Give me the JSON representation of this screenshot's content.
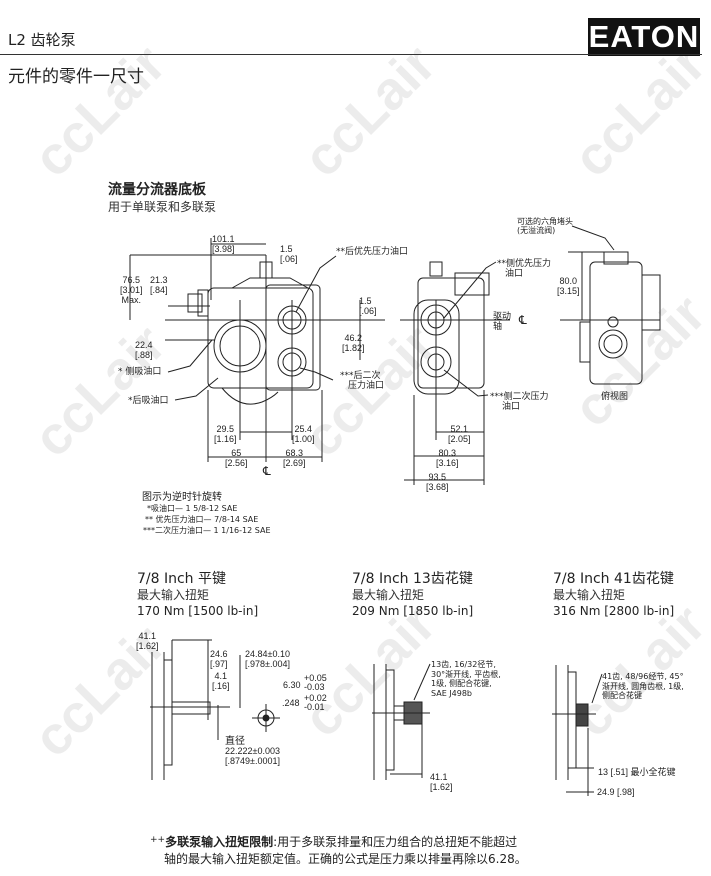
{
  "header": {
    "section": "L2 齿轮泵",
    "logo": "EATON",
    "subtitle": "元件的零件一尺寸"
  },
  "watermark": "ccLair",
  "divider_plate": {
    "title": "流量分流器底板",
    "subtitle": "用于单联泵和多联泵",
    "dims": {
      "d101": "101.1",
      "d101i": "[3.98]",
      "d15a": "1.5",
      "d15ai": "[.06]",
      "d765": "76.5",
      "d765i": "[3.01]",
      "max": "Max.",
      "d213": "21.3",
      "d213i": "[.84]",
      "d224": "22.4",
      "d224i": "[.88]",
      "d15b": "1.5",
      "d15bi": "[.06]",
      "d462": "46.2",
      "d462i": "[1.82]",
      "d295": "29.5",
      "d295i": "[1.16]",
      "d254": "25.4",
      "d254i": "[1.00]",
      "d65": "65",
      "d65i": "[2.56]",
      "d683": "68.3",
      "d683i": "[2.69]",
      "d521": "52.1",
      "d521i": "[2.05]",
      "d803": "80.3",
      "d803i": "[3.16]",
      "d935": "93.5",
      "d935i": "[3.68]",
      "d800": "80.0",
      "d800i": "[3.15]",
      "cl": "℄",
      "cl2": "℄"
    },
    "labels": {
      "rear_priority": "**后优先压力油口",
      "side_inlet": "* 侧吸油口",
      "rear_inlet": "*后吸油口",
      "rear_secondary_1": "***后二次",
      "rear_secondary_2": "压力油口",
      "side_priority_1": "**侧优先压力",
      "side_priority_2": "油口",
      "drive_1": "驱动",
      "drive_2": "轴",
      "side_secondary_1": "***侧二次压力",
      "side_secondary_2": "油口",
      "plug_1": "可选的六角堵头",
      "plug_2": "(无溢流阀)",
      "top_view": "俯视图"
    },
    "notes": {
      "title": "图示为逆时针旋转",
      "items": [
        "*吸油口— 1 5/8-12 SAE",
        "** 优先压力油口— 7/8-14 SAE",
        "***二次压力油口— 1 1/16-12 SAE"
      ]
    }
  },
  "shafts": [
    {
      "title": "7/8 Inch 平键",
      "torque_label": "最大输入扭矩",
      "torque": "170 Nm [1500 lb-in]",
      "dims": {
        "a": "41.1",
        "ai": "[1.62]",
        "b": "24.6",
        "bi": "[.97]",
        "c": "24.84±0.10",
        "ci": "[.978±.004]",
        "d": "4.1",
        "di": "[.16]",
        "e": "6.30",
        "e_tol_plus": "+0.05",
        "e_tol_minus": "-0.03",
        "f": ".248",
        "f_tol_plus": "+0.02",
        "f_tol_minus": "-0.01",
        "g_label": "直径",
        "g": "22.222±0.003",
        "gi": "[.8749±.0001]"
      }
    },
    {
      "title": "7/8 Inch 13齿花键",
      "torque_label": "最大输入扭矩",
      "torque": "209 Nm [1850 lb-in]",
      "note": [
        "13齿, 16/32径节,",
        "30°渐开线, 平齿根,",
        "1级, 侧配合花键,",
        "SAE J498b"
      ],
      "dims": {
        "a": "41.1",
        "ai": "[1.62]"
      }
    },
    {
      "title": "7/8 Inch 41齿花键",
      "torque_label": "最大输入扭矩",
      "torque": "316 Nm [2800 lb-in]",
      "note": [
        "41齿, 48/96经节, 45°",
        "渐开线, 圆角齿根, 1级,",
        "侧配合花键"
      ],
      "dims": {
        "a": "13 [.51] 最小全花键",
        "b": "24.9 [.98]"
      }
    }
  ],
  "footer": {
    "mark": "++",
    "bold": "多联泵输入扭矩限制",
    "line1": ":用于多联泵排量和压力组合的总扭矩不能超过",
    "line2": "轴的最大输入扭矩额定值。正确的公式是压力乘以排量再除以6.28。"
  }
}
